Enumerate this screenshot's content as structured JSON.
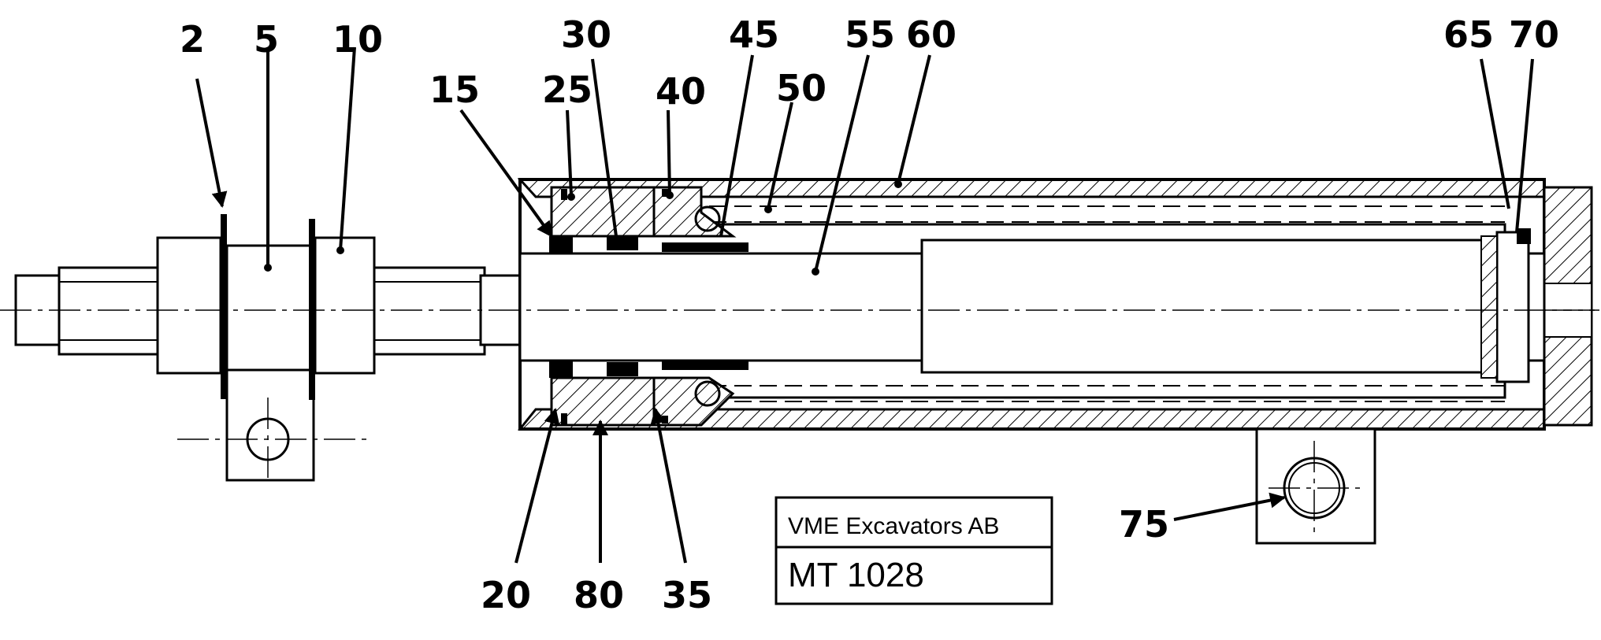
{
  "callouts": [
    {
      "id": "2",
      "label": "2"
    },
    {
      "id": "5",
      "label": "5"
    },
    {
      "id": "10",
      "label": "10"
    },
    {
      "id": "15",
      "label": "15"
    },
    {
      "id": "20",
      "label": "20"
    },
    {
      "id": "25",
      "label": "25"
    },
    {
      "id": "30",
      "label": "30"
    },
    {
      "id": "35",
      "label": "35"
    },
    {
      "id": "40",
      "label": "40"
    },
    {
      "id": "45",
      "label": "45"
    },
    {
      "id": "50",
      "label": "50"
    },
    {
      "id": "55",
      "label": "55"
    },
    {
      "id": "60",
      "label": "60"
    },
    {
      "id": "65",
      "label": "65"
    },
    {
      "id": "70",
      "label": "70"
    },
    {
      "id": "75",
      "label": "75"
    },
    {
      "id": "80",
      "label": "80"
    }
  ],
  "title_block": {
    "company": "VME Excavators AB",
    "document": "MT 1028"
  }
}
